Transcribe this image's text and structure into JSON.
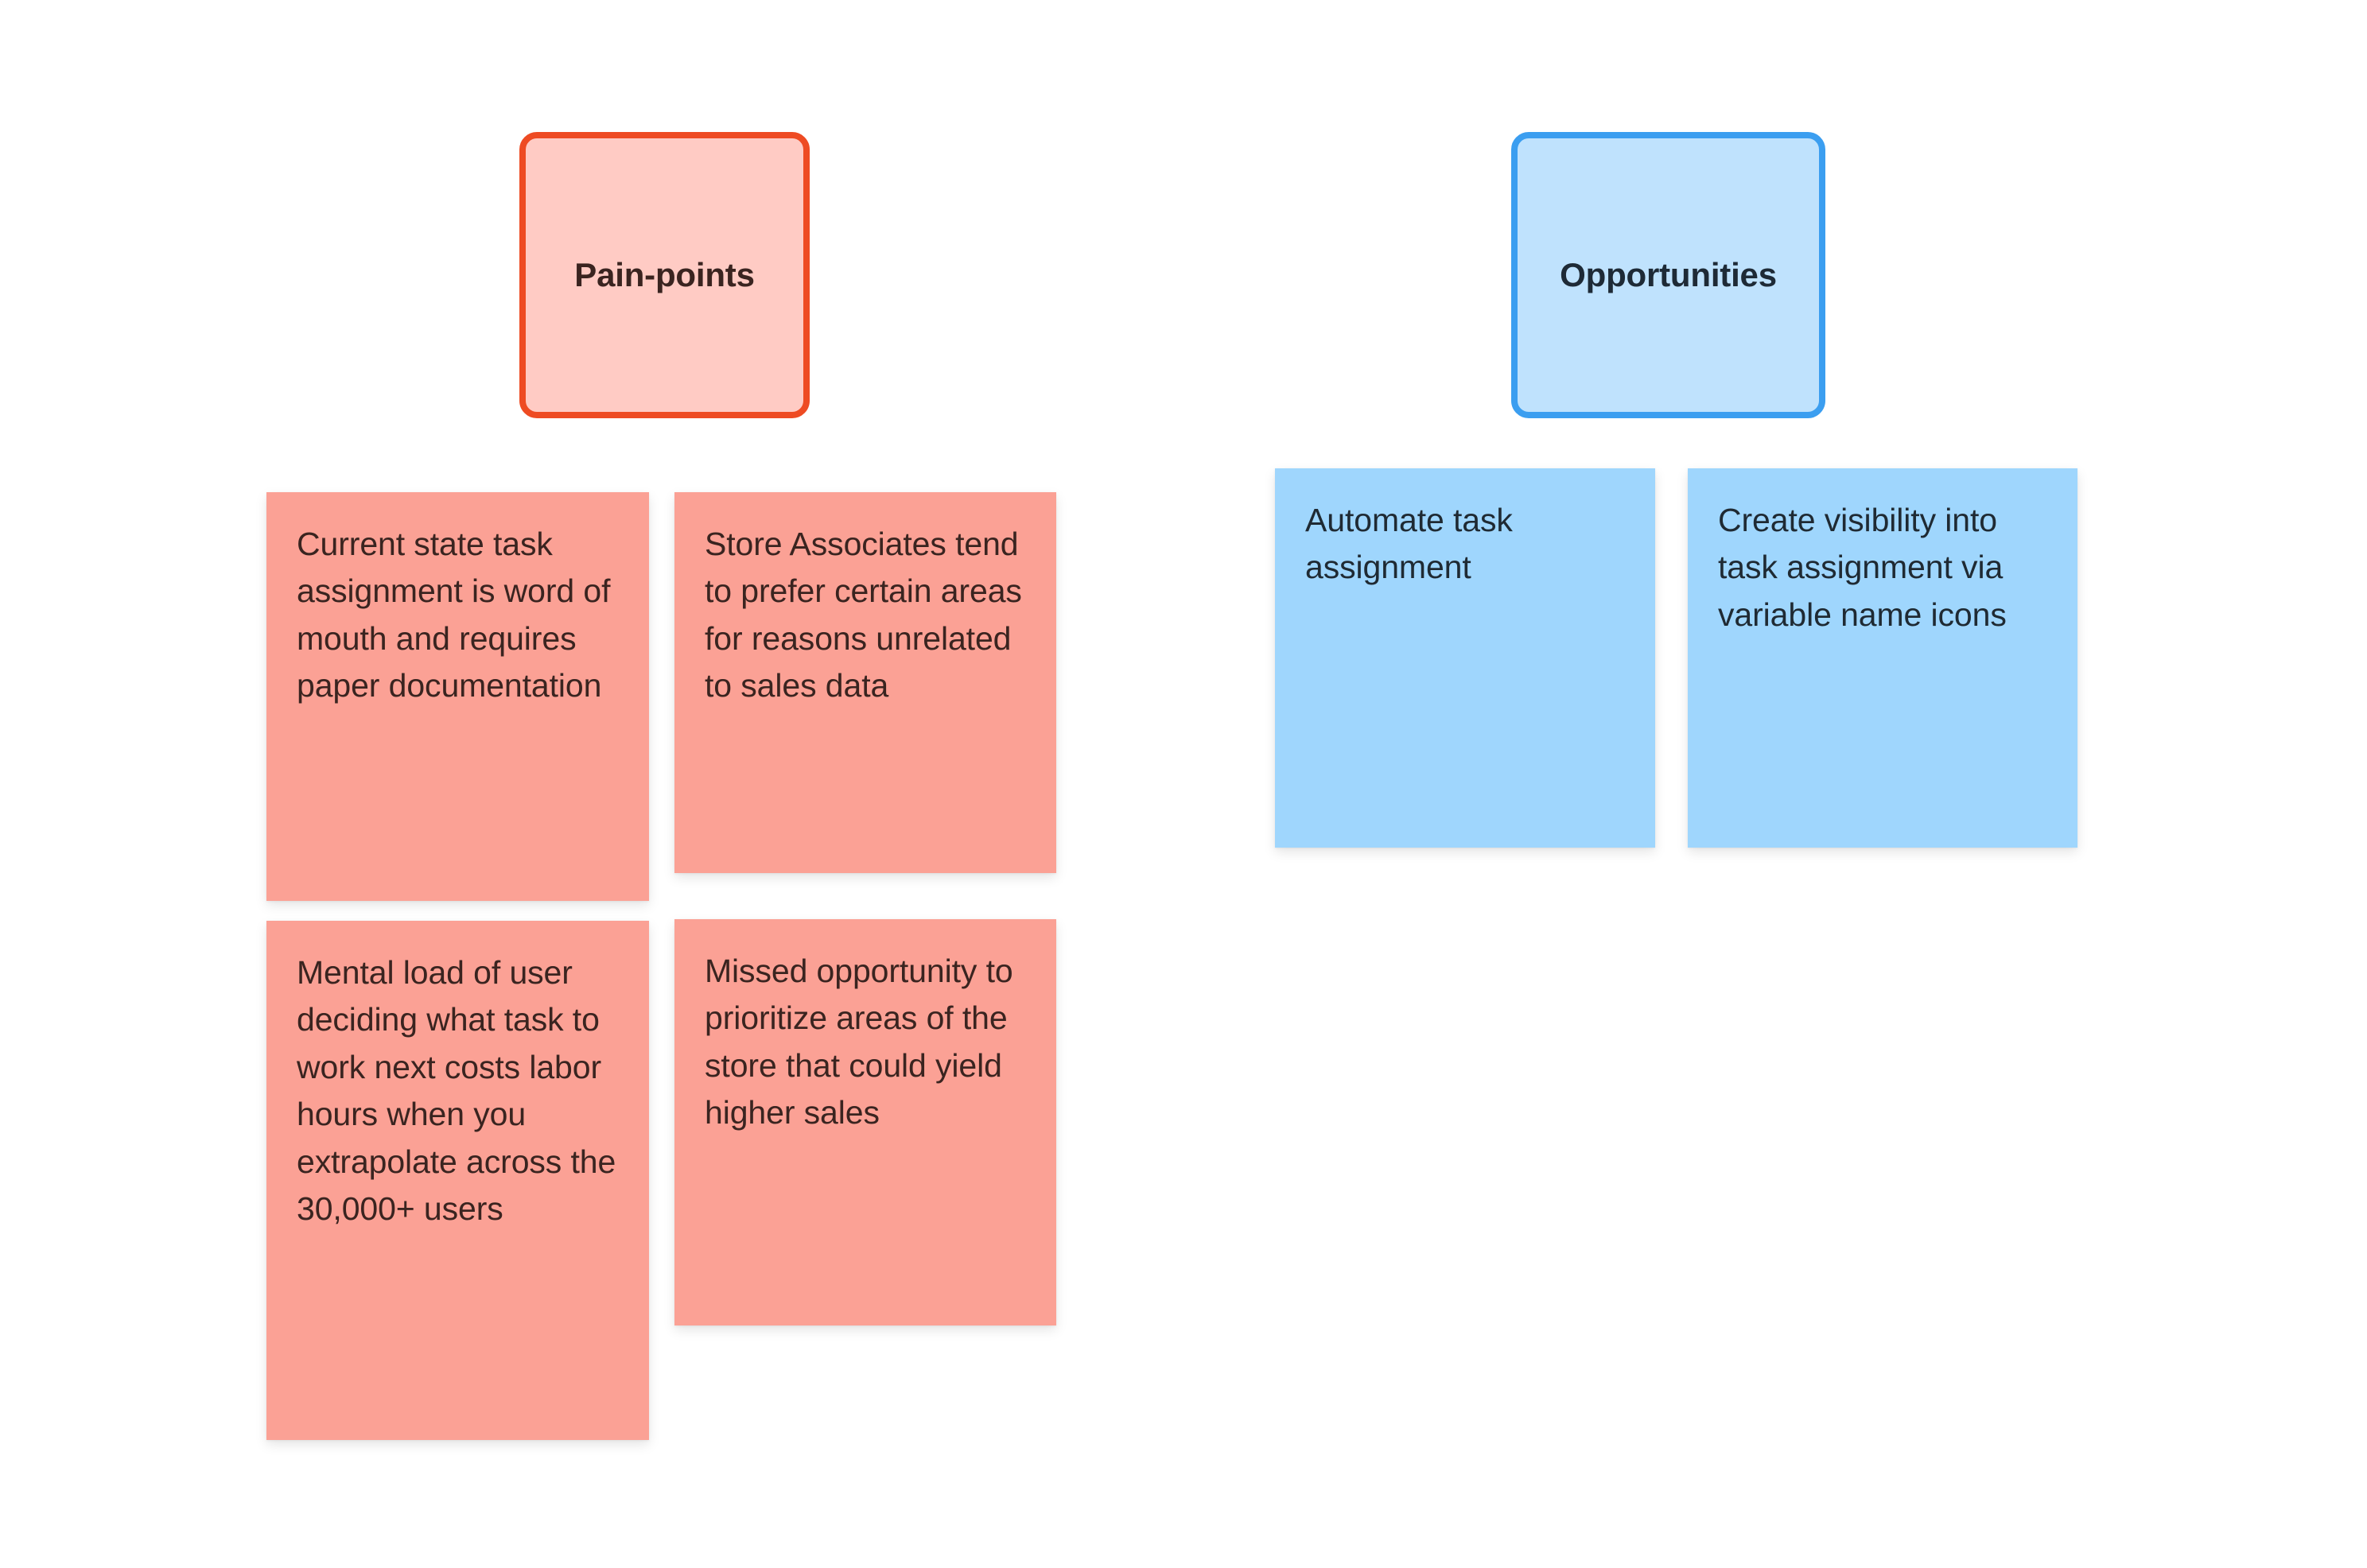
{
  "board": {
    "background_color": "#FFFFFF",
    "columns": [
      {
        "id": "pain-points",
        "header": {
          "label": "Pain-points",
          "fill_color": "#FFCBC4",
          "border_color": "#EE4B23",
          "text_color": "#3A2420"
        },
        "note_fill_color": "#FBA195",
        "note_text_color": "#3A2420",
        "notes": [
          {
            "text": "Current state task assignment is word of mouth and requires paper documentation"
          },
          {
            "text": "Store Associates tend to prefer certain areas for reasons unrelated to sales data"
          },
          {
            "text": "Mental load of user deciding what task to work next costs labor hours when you extrapolate across the 30,000+ users"
          },
          {
            "text": "Missed opportunity to prioritize areas of the store that could yield higher sales"
          }
        ]
      },
      {
        "id": "opportunities",
        "header": {
          "label": "Opportunities",
          "fill_color": "#BFE2FD",
          "border_color": "#3B9EF0",
          "text_color": "#1E2A36"
        },
        "note_fill_color": "#9FD6FD",
        "note_text_color": "#1F2A33",
        "notes": [
          {
            "text": "Automate task assignment"
          },
          {
            "text": "Create visibility into task assignment via variable name icons"
          }
        ]
      }
    ]
  }
}
